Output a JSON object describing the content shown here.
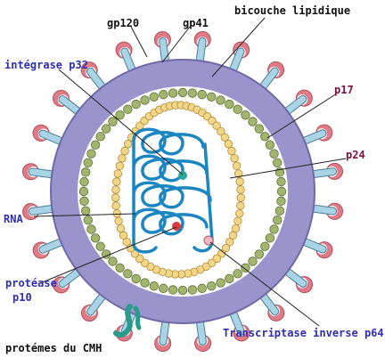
{
  "labels": {
    "gp120": "gp120",
    "gp41": "gp41",
    "bilayer": "bicouche lipidique",
    "integrase": "intégrase p32",
    "p17": "p17",
    "p24": "p24",
    "rna": "RNA",
    "protease_line1": "protéase",
    "protease_line2": "p10",
    "cmh": "protémes du CMH",
    "rt": "Transcriptase inverse p64"
  },
  "colors": {
    "envelope": "#9a94cc",
    "envelope_edge": "#6f69a8",
    "matrix_dot": "#a2b56e",
    "capsid_dot": "#f2d68a",
    "rna": "#1b86c2",
    "knob_cap": "#e07a86",
    "spike": "#a9d4e6",
    "label_blue": "#2f2fb0",
    "label_purple": "#7a1040",
    "label_black": "#111111"
  }
}
